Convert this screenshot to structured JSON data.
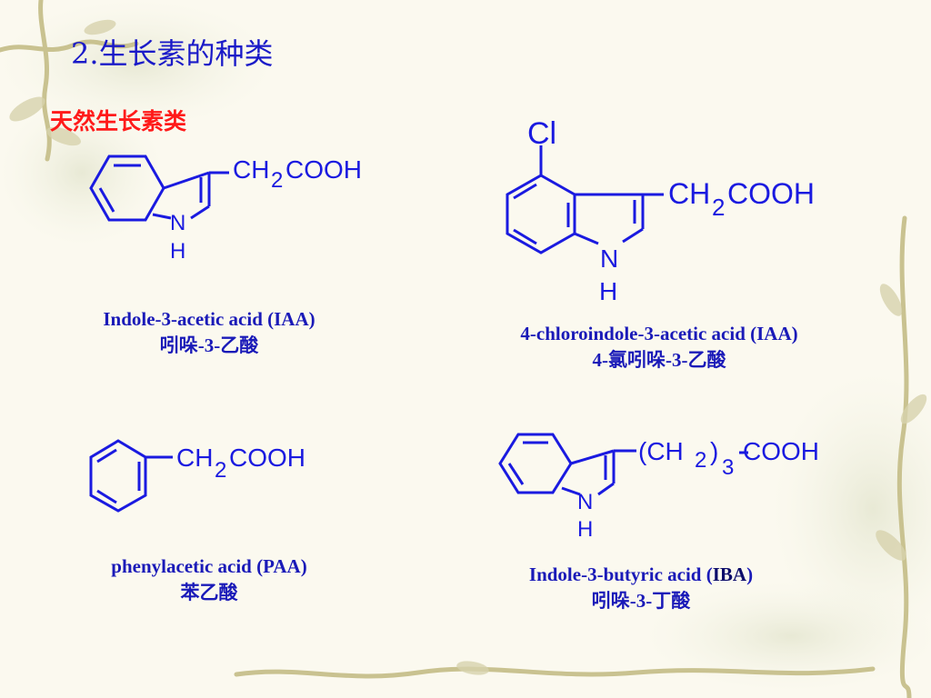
{
  "slide": {
    "title": "2.生长素的种类",
    "section": "天然生长素类"
  },
  "molecules": [
    {
      "atoms": {
        "n": "N",
        "h": "H"
      },
      "chain": {
        "ch": "CH",
        "sub": "2",
        "tail": "COOH"
      },
      "caption": {
        "en": "Indole-3-acetic acid (IAA)",
        "zh": "吲哚-3-乙酸"
      }
    },
    {
      "atoms": {
        "cl": "Cl",
        "n": "N",
        "h": "H"
      },
      "chain": {
        "ch": "CH",
        "sub": "2",
        "tail": "COOH"
      },
      "caption": {
        "en": "4-chloroindole-3-acetic acid (IAA)",
        "zh": "4-氯吲哚-3-乙酸"
      }
    },
    {
      "chain": {
        "ch": "CH",
        "sub": "2",
        "tail": "COOH"
      },
      "caption": {
        "en": "phenylacetic acid (PAA)",
        "zh": "苯乙酸"
      }
    },
    {
      "atoms": {
        "n": "N",
        "h": "H"
      },
      "chain": {
        "open": "(CH",
        "sub": "2",
        "close": ")",
        "sub2": "3",
        "tail": "COOH"
      },
      "caption": {
        "en_pre": "Indole-3-butyric acid (",
        "en_abbr": "IBA",
        "en_post": ")",
        "zh": "吲哚-3-丁酸"
      }
    }
  ],
  "colors": {
    "title": "#1a1ac8",
    "section": "#ff1a1a",
    "structure": "#1a1ae0",
    "caption": "#1a1ab8",
    "background": "#fbf9ef"
  }
}
